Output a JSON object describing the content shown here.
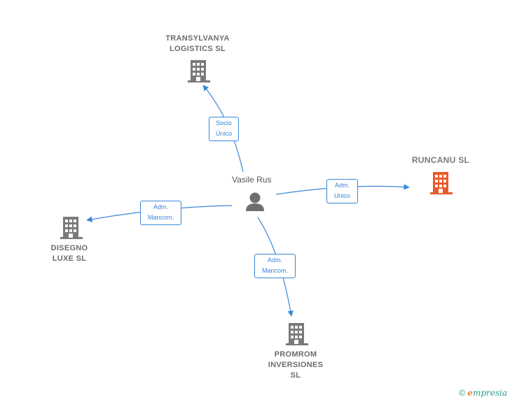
{
  "center": {
    "name": "Vasile Rus"
  },
  "companies": [
    {
      "id": "transylvanya",
      "label": "TRANSYLVANYA\nLOGISTICS  SL",
      "color": "#7a7a7a"
    },
    {
      "id": "runcanu",
      "label": "RUNCANU  SL",
      "color": "#e85a2a"
    },
    {
      "id": "disegno",
      "label": "DISEGNO\nLUXE  SL",
      "color": "#7a7a7a"
    },
    {
      "id": "promrom",
      "label": "PROMROM\nINVERSIONES\nSL",
      "color": "#7a7a7a"
    }
  ],
  "relations": [
    {
      "line1": "Socio",
      "line2": "Único"
    },
    {
      "line1": "Adm.",
      "line2": "Unico"
    },
    {
      "line1": "Adm.",
      "line2": "Mancom."
    },
    {
      "line1": "Adm.",
      "line2": "Mancom."
    }
  ],
  "edge_color": "#3a87d9",
  "footer": {
    "copyright": "©",
    "brand_initial": "e",
    "brand_rest": "mpresia"
  }
}
